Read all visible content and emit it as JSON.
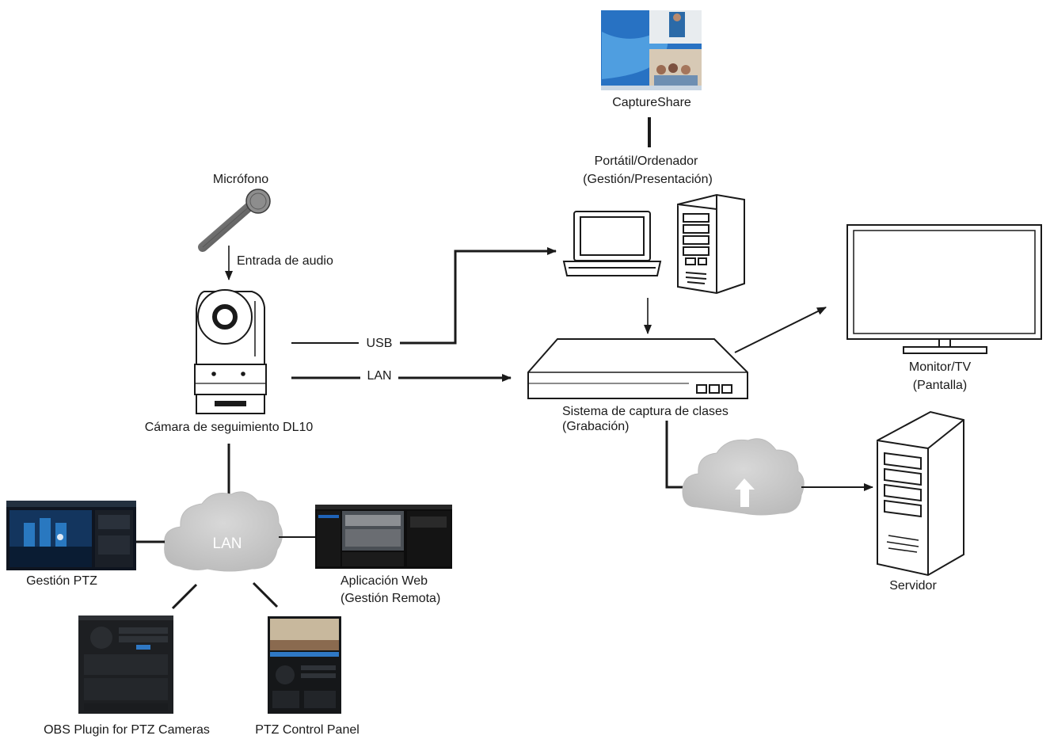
{
  "labels": {
    "capture_share": "CaptureShare",
    "laptop_line1": "Portátil/Ordenador",
    "laptop_line2": "(Gestión/Presentación)",
    "microphone": "Micrófono",
    "audio_input": "Entrada de audio",
    "usb": "USB",
    "lan": "LAN",
    "camera": "Cámara de seguimiento DL10",
    "capture_line1": "Sistema de captura de clases",
    "capture_line2": "(Grabación)",
    "monitor_line1": "Monitor/TV",
    "monitor_line2": "(Pantalla)",
    "server": "Servidor",
    "lan_cloud": "LAN",
    "ptz_management": "Gestión PTZ",
    "web_app_line1": "Aplicación Web",
    "web_app_line2": "(Gestión Remota)",
    "obs_plugin": "OBS Plugin for PTZ Cameras",
    "ptz_control": "PTZ Control Panel"
  },
  "colors": {
    "line": "#1a1a1a",
    "cloud_fill": "#c9c9c9",
    "cloud_stroke": "#bdbdbd",
    "screen_dark": "#111418",
    "screen_blue": "#1f63b8"
  },
  "icons": [
    "microphone-icon",
    "ptz-camera-icon",
    "laptop-icon",
    "pc-tower-icon",
    "capture-device-icon",
    "monitor-icon",
    "server-icon",
    "upload-cloud-icon",
    "lan-cloud-icon"
  ]
}
